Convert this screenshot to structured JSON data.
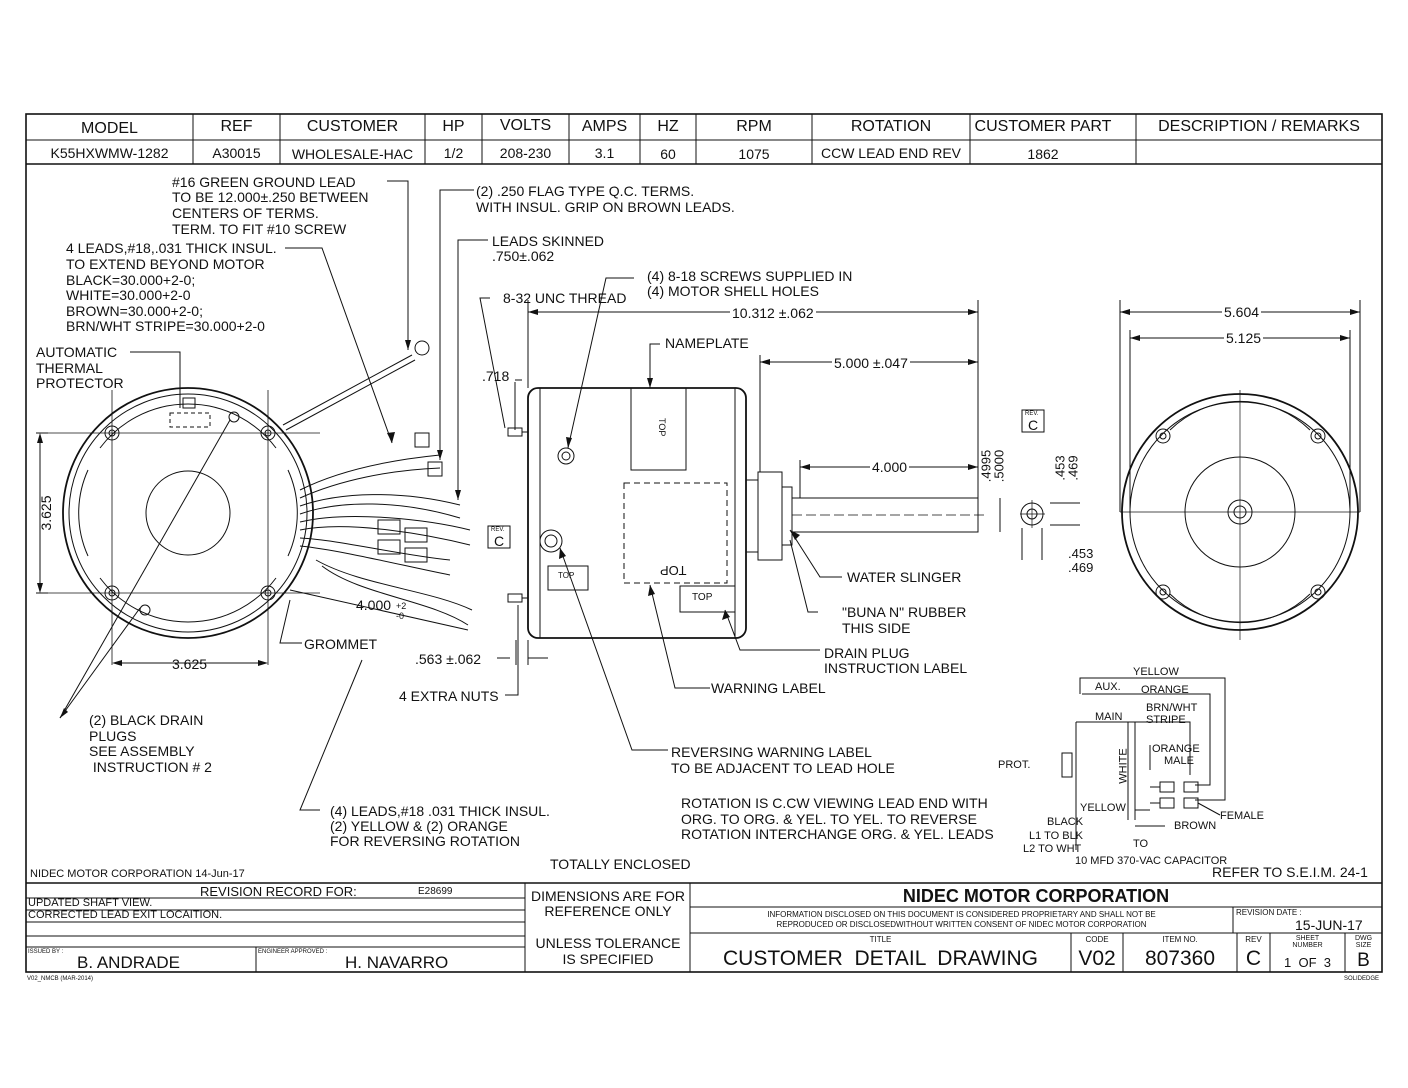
{
  "spec_table": {
    "headers": [
      "MODEL",
      "REF",
      "CUSTOMER",
      "HP",
      "VOLTS",
      "AMPS",
      "HZ",
      "RPM",
      "ROTATION",
      "CUSTOMER PART",
      "DESCRIPTION / REMARKS"
    ],
    "values": [
      "K55HXWMW-1282",
      "A30015",
      "WHOLESALE-HAC",
      "1/2",
      "208-230",
      "3.1",
      "60",
      "1075",
      "CCW LEAD END REV",
      "1862",
      ""
    ]
  },
  "notes": {
    "ground_lead": [
      "#16 GREEN GROUND LEAD",
      "TO BE 12.000±.250 BETWEEN",
      "CENTERS OF TERMS.",
      "TERM. TO FIT #10 SCREW"
    ],
    "four_leads": [
      "4 LEADS,#18,.031 THICK INSUL.",
      "TO EXTEND BEYOND MOTOR",
      "BLACK=30.000+2-0;",
      "WHITE=30.000+2-0",
      "BROWN=30.000+2-0;",
      "BRN/WHT STRIPE=30.000+2-0"
    ],
    "protector": [
      "AUTOMATIC",
      "THERMAL",
      "PROTECTOR"
    ],
    "flag_terms": [
      "(2) .250 FLAG TYPE Q.C. TERMS.",
      "WITH INSUL. GRIP ON BROWN LEADS."
    ],
    "leads_skinned": [
      "LEADS SKINNED",
      ".750±.062"
    ],
    "screws": [
      "(4) 8-18 SCREWS SUPPLIED IN",
      "(4) MOTOR SHELL HOLES"
    ],
    "unc_thread": "8-32 UNC THREAD",
    "nameplate": "NAMEPLATE",
    "grommet": "GROMMET",
    "extra_nuts": "4 EXTRA NUTS",
    "warning_label": "WARNING LABEL",
    "water_slinger": "WATER SLINGER",
    "buna": [
      "\"BUNA N\" RUBBER",
      "THIS SIDE"
    ],
    "drain_plug": [
      "DRAIN PLUG",
      "INSTRUCTION LABEL"
    ],
    "black_drain": [
      "(2) BLACK DRAIN",
      "PLUGS",
      "SEE ASSEMBLY",
      " INSTRUCTION # 2"
    ],
    "reversing_warning": [
      "REVERSING WARNING LABEL",
      "TO BE ADJACENT TO LEAD HOLE"
    ],
    "four_leads_rev": [
      "(4) LEADS,#18 .031 THICK INSUL.",
      "(2) YELLOW & (2) ORANGE",
      "FOR REVERSING ROTATION"
    ],
    "rotation_note": [
      "ROTATION IS C.CW VIEWING LEAD END WITH",
      "ORG. TO ORG. & YEL. TO YEL. TO REVERSE",
      "ROTATION INTERCHANGE ORG. & YEL. LEADS"
    ],
    "totally_enclosed": "TOTALLY ENCLOSED",
    "refer": "REFER TO S.E.I.M. 24-1",
    "top": "TOP",
    "top_mirrored": "TOP"
  },
  "dimensions": {
    "d_3625_v": "3.625",
    "d_3625_h": "3.625",
    "d_4000_lead": "4.000",
    "d_4000_tol_plus": "+2",
    "d_4000_tol_minus": "-0",
    "d_718": ".718",
    "d_563": ".563 ±.062",
    "d_10312": "10.312 ±.062",
    "d_5000": "5.000 ±.047",
    "d_4000_shaft": "4.000",
    "d_4995": ".4995",
    "d_5000b": ".5000",
    "d_453": ".453",
    "d_469": ".469",
    "d_453b": ".453",
    "d_469b": ".469",
    "d_5604": "5.604",
    "d_5125": "5.125",
    "rev_c_label": "REV.",
    "rev_c": "C"
  },
  "wiring": {
    "yellow_top": "YELLOW",
    "aux": "AUX.",
    "orange": "ORANGE",
    "main": "MAIN",
    "brn_wht": [
      "BRN/WHT",
      "STRIPE"
    ],
    "orange2": "ORANGE",
    "male": "MALE",
    "white": "WHITE",
    "prot": "PROT.",
    "yellow2": "YELLOW",
    "female": "FEMALE",
    "black": "BLACK",
    "brown": "BROWN",
    "l1": "L1 TO BLK",
    "l2": "L2 TO WHT",
    "to": "TO",
    "capacitor": "10 MFD 370-VAC CAPACITOR"
  },
  "title_block": {
    "corp_date": "NIDEC MOTOR CORPORATION 14-Jun-17",
    "revision_record": "REVISION RECORD FOR:",
    "ecn": "E28699",
    "rev1": "UPDATED SHAFT VIEW.",
    "rev2": "CORRECTED LEAD EXIT LOCAITION.",
    "issued_by_label": "ISSUED BY :",
    "issued_by": "B. ANDRADE",
    "engineer_label": "ENGINEER APPROVED :",
    "engineer": "H. NAVARRO",
    "dims_ref": [
      "DIMENSIONS ARE FOR",
      "REFERENCE ONLY"
    ],
    "unless": [
      "UNLESS TOLERANCE",
      "IS SPECIFIED"
    ],
    "company": "NIDEC MOTOR CORPORATION",
    "disclaimer": [
      "INFORMATION DISCLOSED ON THIS DOCUMENT IS CONSIDERED PROPRIETARY AND SHALL NOT BE",
      "REPRODUCED OR DISCLOSEDWITHOUT WRITTEN CONSENT OF NIDEC MOTOR CORPORATION"
    ],
    "revision_date_label": "REVISION DATE :",
    "revision_date": "15-JUN-17",
    "title_label": "TITLE",
    "title": "CUSTOMER  DETAIL  DRAWING",
    "code_label": "CODE",
    "code": "V02",
    "item_label": "ITEM NO.",
    "item": "807360",
    "rev_label": "REV",
    "rev": "C",
    "sheet_label": [
      "SHEET",
      "NUMBER"
    ],
    "sheet": "1  OF  3",
    "dwg_label": [
      "DWG",
      "SIZE"
    ],
    "dwg": "B",
    "footer_left": "V02_NMCB (MAR-2014)",
    "footer_right": "SOLIDEDGE"
  }
}
